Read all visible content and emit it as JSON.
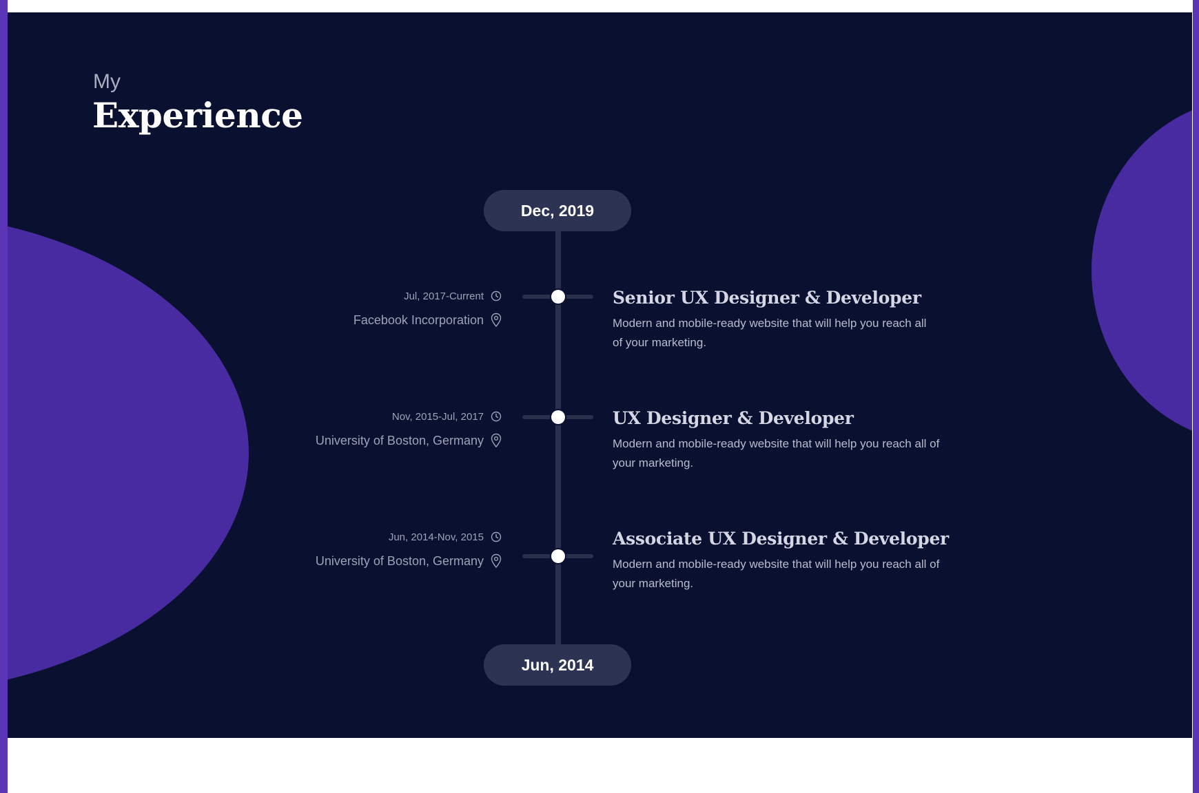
{
  "theme": {
    "background": "#0a1030",
    "accent": "#482ba0",
    "pill": "#2d3352",
    "frame": "#5a35b8"
  },
  "heading": {
    "small": "My",
    "big": "Experience"
  },
  "timeline": {
    "start_label": "Dec, 2019",
    "end_label": "Jun, 2014"
  },
  "experiences": [
    {
      "period": "Jul, 2017-Current",
      "place": "Facebook Incorporation",
      "title": "Senior UX Designer & Developer",
      "description": "Modern and mobile-ready website that will help you reach all of your marketing."
    },
    {
      "period": "Nov, 2015-Jul, 2017",
      "place": "University of Boston, Germany",
      "title": "UX Designer & Developer",
      "description": "Modern and mobile-ready website that will help you reach all of your marketing."
    },
    {
      "period": "Jun, 2014-Nov, 2015",
      "place": "University of Boston, Germany",
      "title": "Associate UX Designer & Developer",
      "description": "Modern and mobile-ready website that will help you reach all of your marketing."
    }
  ],
  "icons": {
    "period": "clock-icon",
    "place": "location-pin-icon"
  }
}
